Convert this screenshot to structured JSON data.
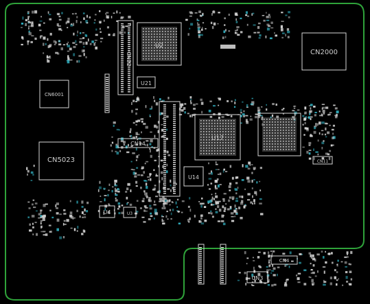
{
  "board": {
    "outline_color": "#2fa33a",
    "silk_color": "#d9d9d9",
    "via_color": "#2fa8b8",
    "background": "#000000"
  },
  "components": [
    {
      "id": "cn2000",
      "label": "CN2000"
    },
    {
      "id": "cn6001",
      "label": "CN6001"
    },
    {
      "id": "cn5023",
      "label": "CN5023"
    },
    {
      "id": "cn22",
      "label": "CN22"
    },
    {
      "id": "u21",
      "label": "U21"
    },
    {
      "id": "u2",
      "label": "U2"
    },
    {
      "id": "cn14",
      "label": "CN14"
    },
    {
      "id": "u17",
      "label": "U17"
    },
    {
      "id": "u14",
      "label": "U14"
    },
    {
      "id": "u4",
      "label": "U4"
    },
    {
      "id": "u3",
      "label": "U3"
    },
    {
      "id": "cn4",
      "label": "CN4"
    },
    {
      "id": "cn3",
      "label": "CN3"
    },
    {
      "id": "cn11",
      "label": "CN11"
    }
  ]
}
